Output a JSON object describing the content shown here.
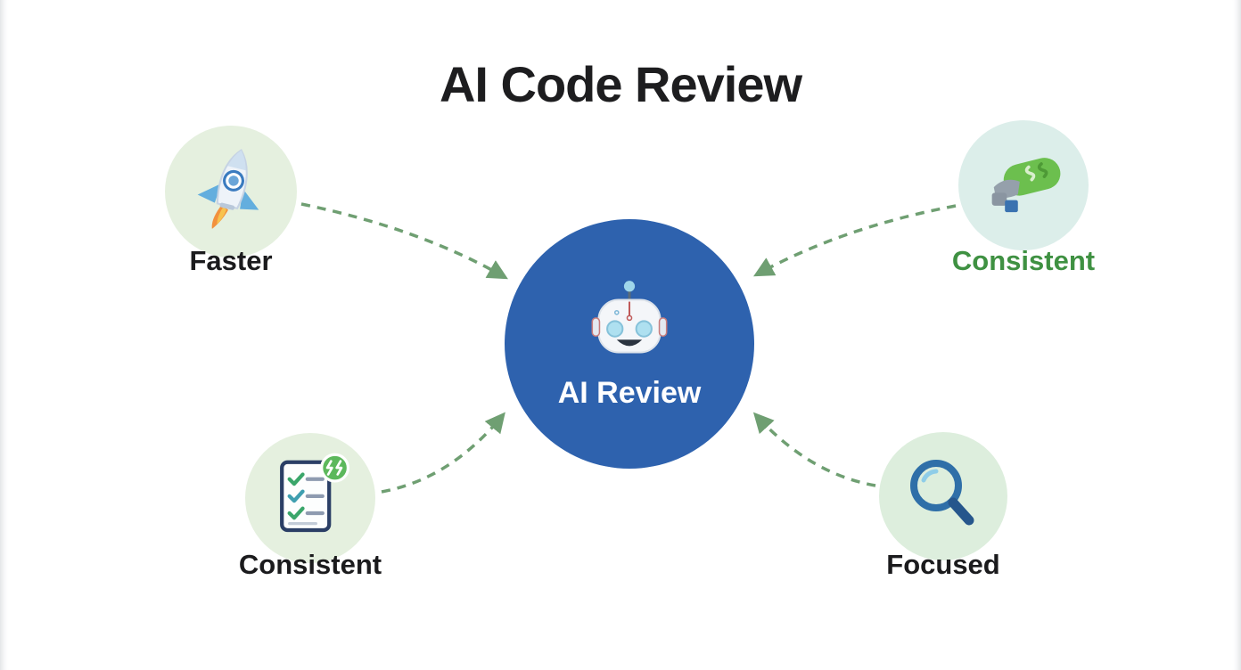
{
  "title": "AI Code Review",
  "center": {
    "label": "AI Review",
    "icon": "robot-icon",
    "bg_color": "#2e62ae",
    "text_color": "#ffffff"
  },
  "nodes": [
    {
      "id": "faster",
      "label": "Faster",
      "icon": "rocket-icon",
      "label_color": "#1b1b1d",
      "circle_color": "#e5f0df"
    },
    {
      "id": "consistent-top",
      "label": "Consistent",
      "icon": "hand-money-icon",
      "label_color": "#3f9142",
      "circle_color": "#dceeea"
    },
    {
      "id": "consistent-bottom",
      "label": "Consistent",
      "icon": "checklist-icon",
      "label_color": "#1b1b1d",
      "circle_color": "#e5f0df"
    },
    {
      "id": "focused",
      "label": "Focused",
      "icon": "magnifier-icon",
      "label_color": "#1b1b1d",
      "circle_color": "#ddeedd"
    }
  ],
  "connector": {
    "color": "#6f9f72",
    "style": "dashed"
  }
}
